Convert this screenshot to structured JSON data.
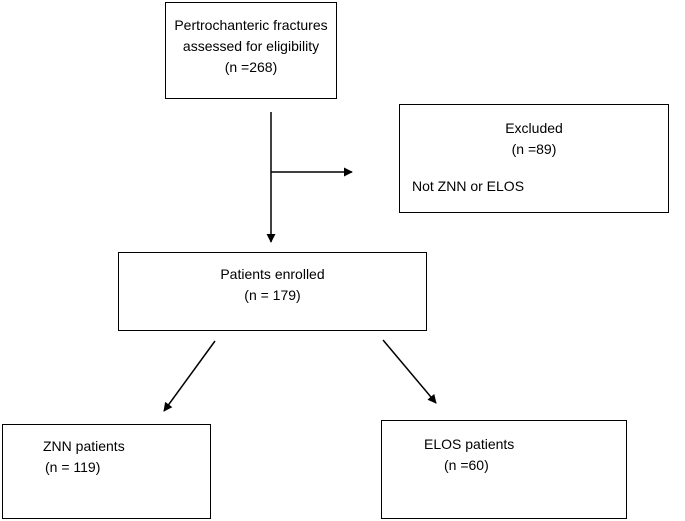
{
  "assessed": {
    "line1": "Pertrochanteric fractures",
    "line2": "assessed for eligibility",
    "count": "(n =268)"
  },
  "excluded": {
    "title": "Excluded",
    "count": "(n =89)",
    "reason": "Not ZNN or ELOS"
  },
  "enrolled": {
    "title": "Patients enrolled",
    "count": "(n = 179)"
  },
  "znn": {
    "title": "ZNN patients",
    "count": "(n = 119)"
  },
  "elos": {
    "title": "ELOS patients",
    "count": "(n =60)"
  }
}
